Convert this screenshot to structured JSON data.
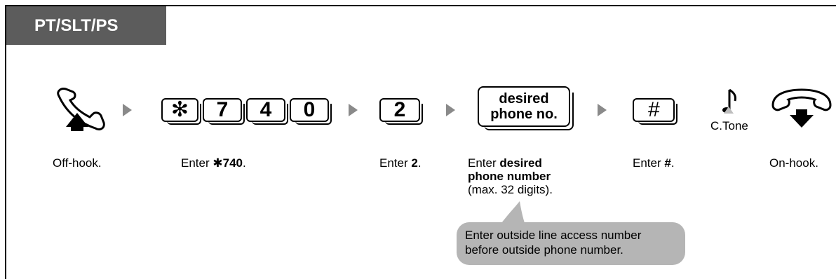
{
  "header": {
    "title": "PT/SLT/PS"
  },
  "keys": {
    "star": "✻",
    "k7": "7",
    "k4": "4",
    "k0": "0",
    "k2": "2",
    "desired_line1": "desired",
    "desired_line2": "phone no.",
    "hash": "#"
  },
  "tone_label": "C.Tone",
  "steps": {
    "off_hook": "Off-hook.",
    "enter_prefix": "Enter ",
    "enter_740_star": "✱",
    "enter_740_num": "740",
    "enter_2_num": "2",
    "enter_desired_bold1": "desired",
    "enter_desired_bold2": "phone number",
    "enter_desired_note": "(max. 32 digits).",
    "enter_hash_sym": "#",
    "period": ".",
    "on_hook": "On-hook."
  },
  "note": {
    "line1": "Enter outside line access number",
    "line2": "before outside phone number."
  }
}
